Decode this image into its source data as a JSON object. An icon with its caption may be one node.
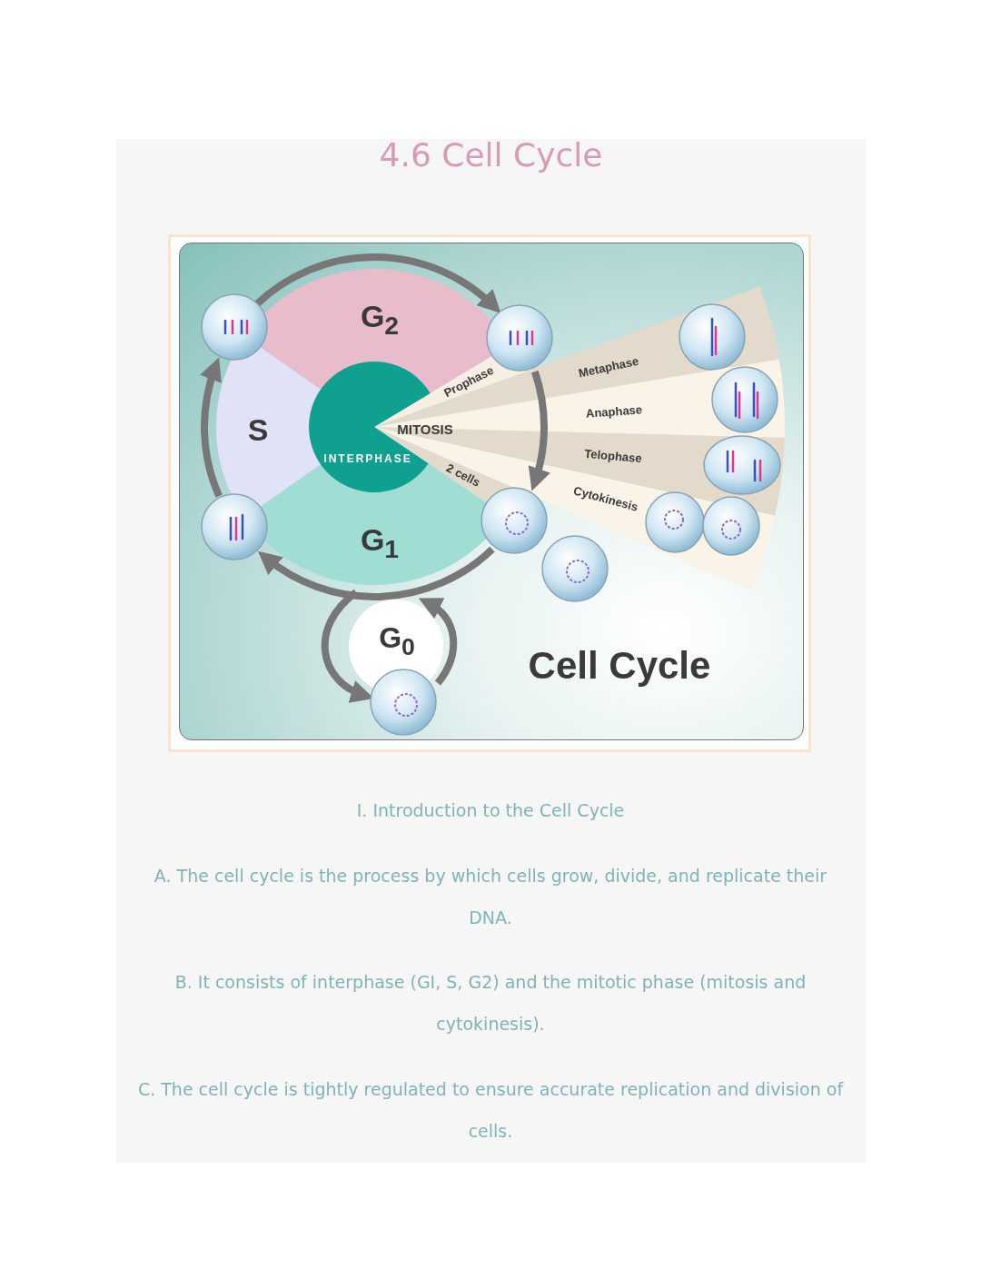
{
  "diagram": {
    "title": "4.6 Cell Cycle",
    "nodes": [
      {
        "text": [
          "G$_{2}$"
        ]
      },
      {
        "text": [
          "S"
        ]
      },
      {
        "text": [
          "G$_{1}$"
        ]
      },
      {
        "text": [
          "INTERPHASE"
        ]
      },
      {
        "text": [
          "Prophase"
        ]
      },
      {
        "text": [
          "Metaphase"
        ]
      },
      {
        "text": [
          "Anaphase"
        ]
      },
      {
        "text": [
          "Telophase"
        ]
      },
      {
        "text": [
          "Cytokinesis"
        ]
      },
      {
        "text": [
          "G$_{0}$"
        ]
      },
      {
        "text": [],
        "shape": "picture"
      },
      {
        "text": [],
        "shape": "picture"
      },
      {
        "text": [],
        "shape": "picture"
      },
      {
        "text": [],
        "shape": "picture"
      },
      {
        "text": [],
        "shape": "picture"
      },
      {
        "text": [],
        "shape": "picture"
      },
      {
        "text": [],
        "shape": "picture",
        "in": 5
      },
      {
        "text": [],
        "shape": "picture",
        "in": 6
      },
      {
        "text": [],
        "shape": "picture",
        "in": 7
      },
      {
        "text": [],
        "shape": "picture",
        "in": 8
      }
    ],
    "edges": [
      {
        "from": 10,
        "to": 11,
        "arrow": "to"
      },
      {
        "from": 11,
        "to": 13,
        "arrow": "to"
      },
      {
        "from": 13,
        "to": 12,
        "arrow": "to"
      },
      {
        "from": 12,
        "to": 10,
        "arrow": "to"
      },
      {
        "from": 2,
        "to": 15,
        "arrow": "to"
      },
      {
        "from": 15,
        "to": 2,
        "arrow": "to"
      }
    ],
    "labels": [
      "MITOSIS",
      "2 cells",
      "Cell Cycle",
      "I. Introduction to the Cell Cycle",
      "A. The cell cycle is the process by which cells grow, divide, and replicate their DNA.",
      "B. It consists of interphase (GI, S, G2) and the mitotic phase (mitosis and cytokinesis).",
      "C. The cell cycle is tightly regulated to ensure accurate replication and division of cells."
    ]
  }
}
